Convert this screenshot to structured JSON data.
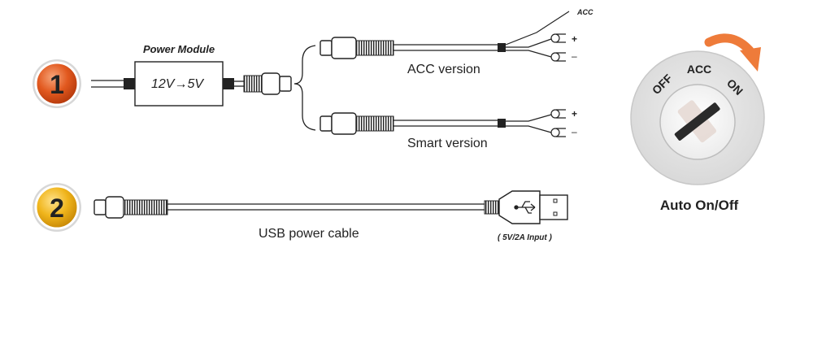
{
  "step1": {
    "number": "1",
    "module_title": "Power Module",
    "module_label": "12V→5V",
    "acc_tag": "ACC",
    "acc_version_label": "ACC version",
    "smart_version_label": "Smart version",
    "plus": "+",
    "minus": "–",
    "badge_color": "#e2591f"
  },
  "step2": {
    "number": "2",
    "usb_label": "USB power cable",
    "input_note": "( 5V/2A Input )",
    "badge_color": "#f0b51c"
  },
  "ignition": {
    "off": "OFF",
    "acc": "ACC",
    "on": "ON",
    "caption": "Auto On/Off",
    "accent": "#ee7b3a"
  }
}
